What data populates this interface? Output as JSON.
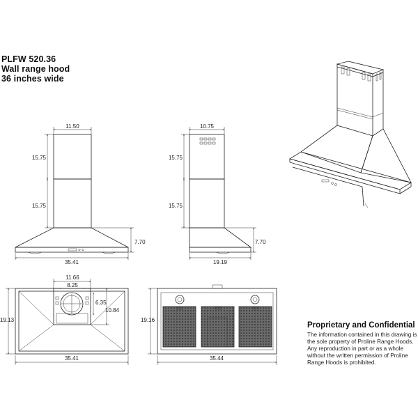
{
  "title": {
    "model": "PLFW 520.36",
    "type": "Wall range hood",
    "width": "36 inches wide"
  },
  "views": {
    "front": {
      "top_width": "11.50",
      "upper_height": "15.75",
      "lower_height": "15.75",
      "canopy_height": "7.70",
      "bottom_width": "35.41"
    },
    "side": {
      "top_width": "10.75",
      "upper_height": "15.75",
      "lower_height": "15.75",
      "canopy_height": "7.70",
      "bottom_width": "19.19"
    },
    "top": {
      "duct_width": "11.66",
      "duct_inner": "8.25",
      "duct_depth": "6.35",
      "duct_offset": "10.84",
      "depth": "19.13",
      "width": "35.41"
    },
    "bottom": {
      "depth": "19.16",
      "width": "35.44"
    }
  },
  "notice": {
    "title": "Proprietary and Confidential",
    "body": "The information contained in this drawing is the sole property of Proline Range Hoods. Any reproduction in part or as a whole without the written permission of Proline Range Hoods is prohibited."
  }
}
